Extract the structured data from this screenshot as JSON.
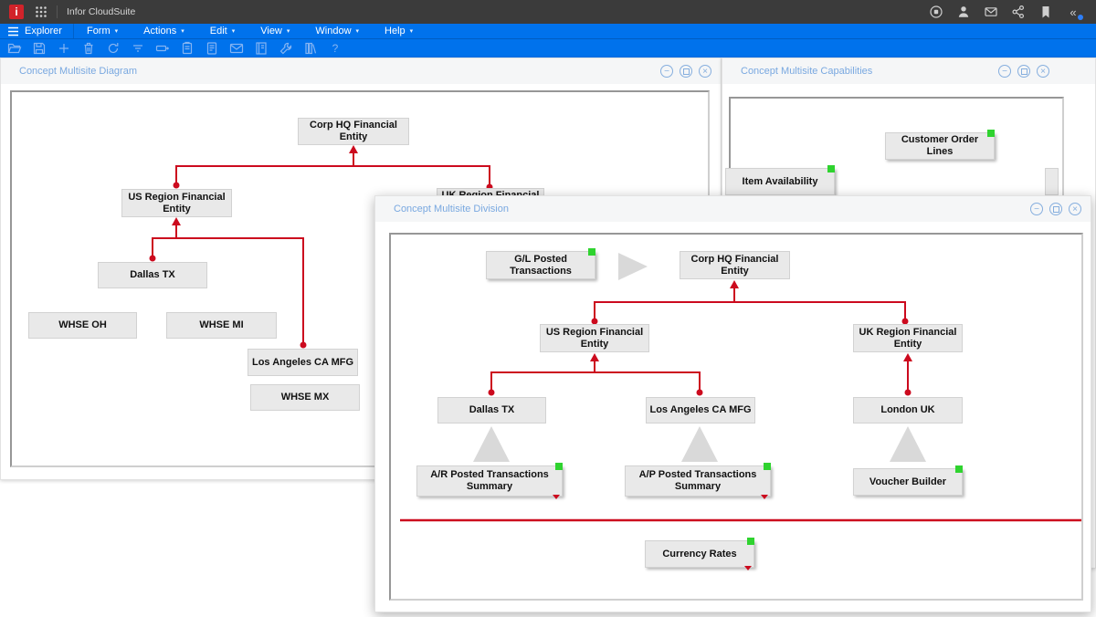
{
  "app_bar": {
    "logo_letter": "i",
    "product_name": "Infor CloudSuite",
    "right_icons": [
      "record-stop",
      "user",
      "mail",
      "share",
      "bookmark",
      "collapse-panel"
    ],
    "collapse_glyph": "«"
  },
  "menu_bar": {
    "explorer_label": "Explorer",
    "caret": "▾",
    "menus": [
      {
        "label": "Form"
      },
      {
        "label": "Actions"
      },
      {
        "label": "Edit"
      },
      {
        "label": "View"
      },
      {
        "label": "Window"
      },
      {
        "label": "Help"
      }
    ]
  },
  "toolbar": {
    "icons": [
      "open",
      "save",
      "new",
      "delete",
      "refresh",
      "filter",
      "rename",
      "copy",
      "document",
      "mail",
      "journal",
      "tools",
      "library",
      "help"
    ]
  },
  "window_controls": {
    "minimize_glyph": "−",
    "close_glyph": "×"
  },
  "windows": {
    "diagram": {
      "title": "Concept Multisite Diagram",
      "nodes": {
        "corp_hq": "Corp HQ Financial Entity",
        "us_region": "US Region Financial Entity",
        "uk_region": "UK Region Financial Entity",
        "dallas": "Dallas TX",
        "whse_oh": "WHSE OH",
        "whse_mi": "WHSE MI",
        "la_mfg": "Los Angeles CA MFG",
        "whse_mx": "WHSE MX"
      }
    },
    "capabilities": {
      "title": "Concept Multisite Capabilities",
      "nodes": {
        "customer_order_lines": "Customer Order Lines",
        "item_availability": "Item Availability"
      }
    },
    "division": {
      "title": "Concept Multisite Division",
      "nodes": {
        "gl_posted": "G/L Posted Transactions",
        "corp_hq": "Corp HQ Financial Entity",
        "us_region": "US Region Financial Entity",
        "uk_region": "UK Region Financial Entity",
        "dallas": "Dallas TX",
        "la_mfg": "Los Angeles CA MFG",
        "london": "London UK",
        "ar_summary": "A/R Posted Transactions Summary",
        "ap_summary": "A/P Posted Transactions Summary",
        "voucher_builder": "Voucher Builder",
        "currency_rates": "Currency Rates"
      }
    }
  },
  "colors": {
    "app_bar_bg": "#3b3b3b",
    "accent_blue": "#0072ec",
    "window_title_blue": "#79a8e0",
    "connector_red": "#cc0a1e",
    "node_bg": "#e9e9e9",
    "status_green": "#2fd32f",
    "infor_logo_red": "#d2232a"
  }
}
